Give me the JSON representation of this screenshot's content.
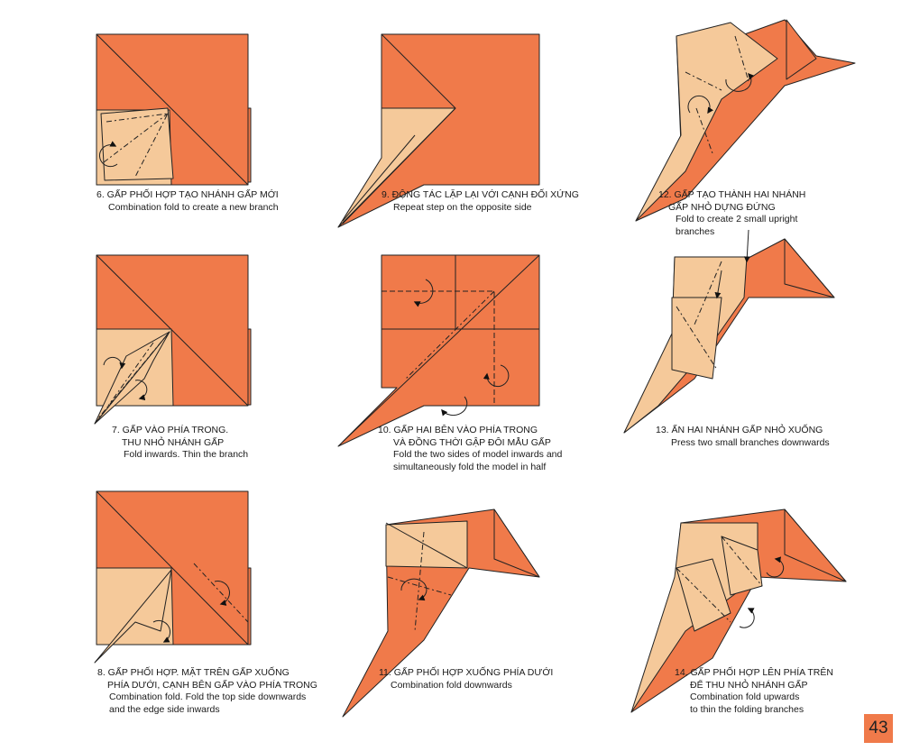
{
  "colors": {
    "dark": "#f07a4a",
    "light": "#f5c99a",
    "line": "#222222"
  },
  "steps": [
    {
      "vi1": "6. GẤP PHỐI HỢP TẠO NHÁNH GẤP MỚI",
      "en1": "Combination fold to create a new branch"
    },
    {
      "vi1": "9. ĐỘNG TÁC LẶP LẠI VỚI CẠNH ĐỐI XỨNG",
      "en1": "Repeat step on the opposite side"
    },
    {
      "vi1": "12. GẤP TẠO THÀNH HAI NHÁNH",
      "vi2": "GẤP NHỎ DỰNG ĐỨNG",
      "en1": "Fold to create 2 small upright",
      "en2": "branches"
    },
    {
      "vi1": "7. GẤP VÀO PHÍA TRONG.",
      "vi2": "THU NHỎ NHÁNH GẤP",
      "en1": "Fold inwards. Thin the branch"
    },
    {
      "vi1": "10. GẤP HAI BÊN VÀO PHÍA TRONG",
      "vi2": "VÀ ĐỒNG THỜI GẬP ĐÔI MẪU GẤP",
      "en1": "Fold the two sides of model inwards and",
      "en2": "simultaneously fold the model in half"
    },
    {
      "vi1": "13. ẤN HAI NHÁNH GẤP NHỎ XUỐNG",
      "en1": "Press two small branches downwards"
    },
    {
      "vi1": "8. GẤP PHỐI HỢP. MẶT TRÊN GẤP XUỐNG",
      "vi2": "PHÍA DƯỚI, CẠNH BÊN GẤP VÀO PHÍA TRONG",
      "en1": "Combination fold. Fold the top side downwards",
      "en2": "and the edge side inwards"
    },
    {
      "vi1": "11. GẤP PHỐI HỢP XUỐNG PHÍA DƯỚI",
      "en1": "Combination fold downwards"
    },
    {
      "vi1": "14. GẤP PHỐI HỢP LÊN PHÍA TRÊN",
      "vi2": "ĐỂ THU NHỎ NHÁNH GẤP",
      "en1": "Combination fold upwards",
      "en2": "to thin the folding branches"
    }
  ],
  "page_number": "43"
}
